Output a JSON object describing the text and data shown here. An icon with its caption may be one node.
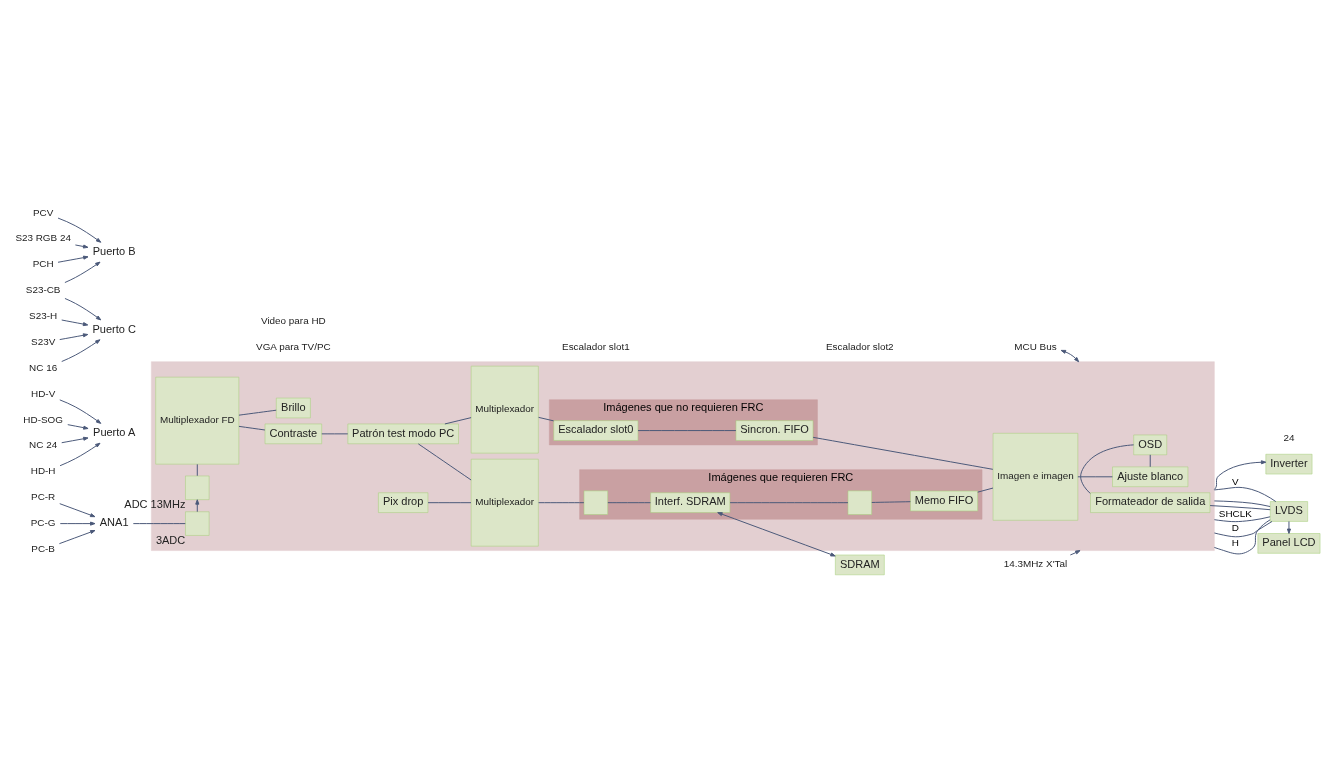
{
  "diagram": {
    "nodes": [
      {
        "text": [],
        "shape": "box"
      },
      {
        "text": [
          "Puerto A"
        ]
      },
      {
        "text": [
          "Puerto B"
        ]
      },
      {
        "text": [
          "Puerto C"
        ]
      },
      {
        "text": [
          "ANA1"
        ]
      },
      {
        "text": [
          "NC 24"
        ]
      },
      {
        "text": [
          "HD-H"
        ]
      },
      {
        "text": [
          "HD-V"
        ]
      },
      {
        "text": [
          "HD-SOG"
        ]
      },
      {
        "text": [
          "S23 RGB 24"
        ]
      },
      {
        "text": [
          "PCH"
        ]
      },
      {
        "text": [
          "PCV"
        ]
      },
      {
        "text": [
          "S23-CB"
        ]
      },
      {
        "text": [
          "S23-H"
        ]
      },
      {
        "text": [
          "S23V"
        ]
      },
      {
        "text": [
          "NC 16"
        ]
      },
      {
        "text": [
          "PC-R"
        ]
      },
      {
        "text": [
          "PC-G"
        ]
      },
      {
        "text": [
          "PC-B"
        ]
      },
      {
        "text": [
          "Multiplexador FD"
        ],
        "in": 0
      },
      {
        "text": [],
        "shape": "box",
        "beside": [
          "ADC 13MHz"
        ],
        "in": 0
      },
      {
        "text": [],
        "shape": "box",
        "beside": [
          "3ADC"
        ],
        "in": 0
      },
      {
        "text": [
          "Contraste"
        ],
        "in": 0
      },
      {
        "text": [
          "Brillo"
        ],
        "in": 0
      },
      {
        "text": [
          "Patrón test modo PC"
        ],
        "in": 0
      },
      {
        "text": [
          "Pix drop"
        ],
        "in": 0
      },
      {
        "text": [
          "Multiplexador"
        ],
        "in": 0
      },
      {
        "text": [
          "Multiplexador"
        ],
        "in": 0
      },
      {
        "text": [
          "Imágenes que no requieren FRC"
        ],
        "in": 0
      },
      {
        "text": [
          "Escalador slot0"
        ],
        "in": 28
      },
      {
        "text": [
          "Sincron. FIFO"
        ],
        "in": 28
      },
      {
        "text": [
          "Imágenes que requieren FRC"
        ],
        "in": 0
      },
      {
        "text": [],
        "shape": "box",
        "in": 31
      },
      {
        "text": [
          "Interf. SDRAM"
        ],
        "in": 31
      },
      {
        "text": [],
        "shape": "box",
        "in": 31
      },
      {
        "text": [
          "Memo FIFO"
        ],
        "in": 31
      },
      {
        "text": [
          "Imagen e imagen"
        ],
        "in": 0
      },
      {
        "text": [
          "Ajuste blanco"
        ],
        "in": 0
      },
      {
        "text": [
          "OSD"
        ],
        "in": 0
      },
      {
        "text": [
          "Formateador de salida"
        ],
        "in": 0
      },
      {
        "text": [
          "SDRAM"
        ]
      },
      {
        "text": [
          "Inverter"
        ]
      },
      {
        "text": [
          "LVDS"
        ]
      },
      {
        "text": [
          "Panel LCD"
        ]
      },
      {
        "text": [
          "MCU Bus"
        ]
      },
      {
        "text": [
          "14.3MHz X'Tal"
        ]
      }
    ],
    "edges": [
      {
        "from": 5,
        "to": 1,
        "arrow": "to"
      },
      {
        "from": 6,
        "to": 1,
        "arrow": "to"
      },
      {
        "from": 7,
        "to": 1,
        "arrow": "to"
      },
      {
        "from": 8,
        "to": 1,
        "arrow": "to"
      },
      {
        "from": 9,
        "to": 2,
        "arrow": "to"
      },
      {
        "from": 10,
        "to": 2,
        "arrow": "to"
      },
      {
        "from": 11,
        "to": 2,
        "arrow": "to"
      },
      {
        "from": 12,
        "to": 2,
        "arrow": "to"
      },
      {
        "from": 12,
        "to": 3,
        "arrow": "to"
      },
      {
        "from": 13,
        "to": 3,
        "arrow": "to"
      },
      {
        "from": 14,
        "to": 3,
        "arrow": "to"
      },
      {
        "from": 15,
        "to": 3,
        "arrow": "to"
      },
      {
        "from": 16,
        "to": 4,
        "arrow": "to"
      },
      {
        "from": 17,
        "to": 4,
        "arrow": "to"
      },
      {
        "from": 18,
        "to": 4,
        "arrow": "to"
      },
      {
        "from": 4,
        "to": 21,
        "arrow": "none"
      },
      {
        "from": 21,
        "to": 20,
        "arrow": "to"
      },
      {
        "from": 20,
        "to": 19,
        "arrow": "none"
      },
      {
        "from": 19,
        "to": 22,
        "arrow": "none"
      },
      {
        "from": 19,
        "to": 23,
        "arrow": "none"
      },
      {
        "from": 22,
        "to": 24,
        "arrow": "none"
      },
      {
        "from": 24,
        "to": 26,
        "arrow": "none"
      },
      {
        "from": 24,
        "to": 27,
        "arrow": "none"
      },
      {
        "from": 25,
        "to": 27,
        "arrow": "none"
      },
      {
        "from": 26,
        "to": 29,
        "arrow": "none"
      },
      {
        "from": 29,
        "to": 30,
        "arrow": "none"
      },
      {
        "from": 30,
        "to": 36,
        "arrow": "none"
      },
      {
        "from": 27,
        "to": 32,
        "arrow": "none"
      },
      {
        "from": 32,
        "to": 33,
        "arrow": "none"
      },
      {
        "from": 33,
        "to": 34,
        "arrow": "none"
      },
      {
        "from": 34,
        "to": 35,
        "arrow": "none"
      },
      {
        "from": 35,
        "to": 36,
        "arrow": "none"
      },
      {
        "from": 33,
        "to": 40,
        "arrow": "both"
      },
      {
        "from": 36,
        "to": 37,
        "arrow": "none"
      },
      {
        "from": 37,
        "to": 38,
        "arrow": "none"
      },
      {
        "from": 38,
        "to": 39,
        "arrow": "none"
      },
      {
        "from": 39,
        "to": 42,
        "arrow": "none"
      },
      {
        "from": 0,
        "to": 42,
        "arrow": "none",
        "label": "SHCLK"
      },
      {
        "from": 0,
        "to": 42,
        "arrow": "none",
        "label": "D"
      },
      {
        "from": 0,
        "to": 42,
        "arrow": "none",
        "label": "H"
      },
      {
        "from": 0,
        "to": 42,
        "arrow": "none",
        "label": "V"
      },
      {
        "from": 0,
        "to": 42,
        "arrow": "none"
      },
      {
        "from": 0,
        "to": 41,
        "arrow": "to"
      },
      {
        "from": 42,
        "to": 43,
        "arrow": "to"
      },
      {
        "from": 44,
        "to": 0,
        "arrow": "both"
      },
      {
        "from": 45,
        "to": 0,
        "arrow": "to"
      }
    ],
    "labels": [
      "VGA para TV/PC",
      "Video para HD",
      "Escalador slot1",
      "Escalador slot2",
      "24"
    ]
  }
}
